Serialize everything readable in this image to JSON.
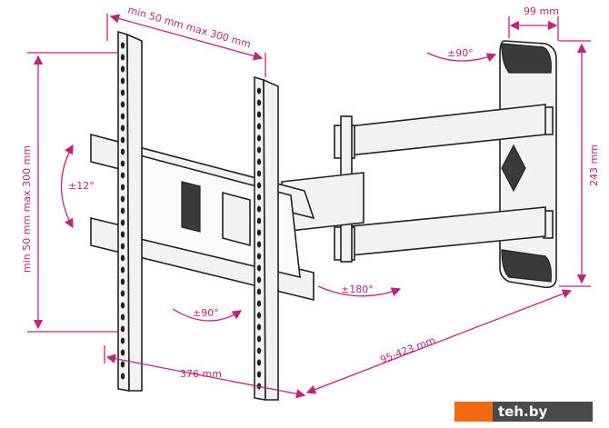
{
  "dimensions": {
    "vesa_horizontal": "min 50 mm max 300 mm",
    "vesa_vertical": "min 50 mm max 300 mm",
    "tilt": "±12°",
    "swivel_wall": "±90°",
    "swivel_bracket": "±90°",
    "rotation": "±180°",
    "plate_depth": "99 mm",
    "plate_height": "243 mm",
    "bracket_width": "376  mm",
    "extension": "95-423 mm"
  },
  "watermark": "teh.by",
  "colors": {
    "dimension": "#c2227f",
    "logo_orange": "#f26a10",
    "logo_gray": "#4a4a4a"
  }
}
